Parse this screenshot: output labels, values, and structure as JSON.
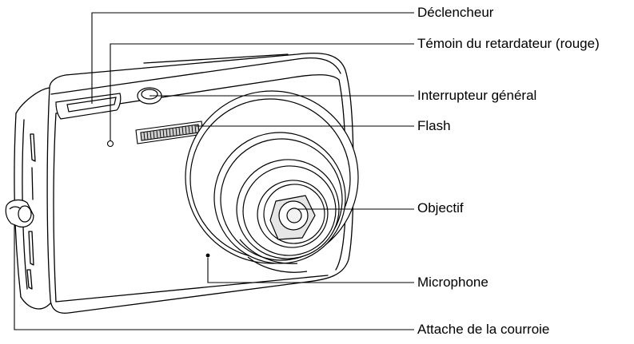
{
  "diagram": {
    "callouts": [
      {
        "id": "shutter-release",
        "label": "Déclencheur"
      },
      {
        "id": "self-timer-lamp",
        "label": "Témoin du retardateur (rouge)"
      },
      {
        "id": "power-switch",
        "label": "Interrupteur général"
      },
      {
        "id": "flash",
        "label": "Flash"
      },
      {
        "id": "lens",
        "label": "Objectif"
      },
      {
        "id": "microphone",
        "label": "Microphone"
      },
      {
        "id": "strap-lug",
        "label": "Attache de la courroie"
      }
    ]
  }
}
